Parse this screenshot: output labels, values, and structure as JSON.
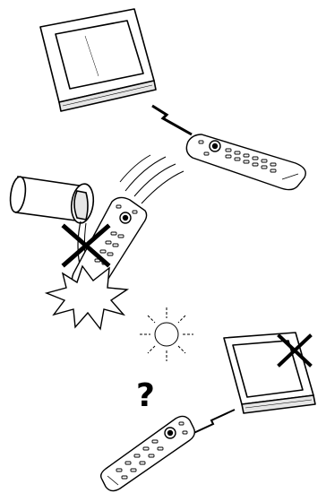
{
  "figure": {
    "panels": [
      {
        "id": "correct-use",
        "icons": [
          "monitor-icon",
          "remote-control-icon",
          "signal-bolt-icon"
        ]
      },
      {
        "id": "no-liquid-no-drop",
        "icons": [
          "can-icon",
          "remote-control-icon",
          "prohibit-cross-icon",
          "impact-burst-icon"
        ]
      },
      {
        "id": "no-direct-sunlight",
        "icons": [
          "sun-icon",
          "monitor-icon",
          "prohibit-cross-icon",
          "remote-control-icon",
          "question-mark-icon",
          "signal-bolt-icon"
        ]
      }
    ],
    "question_glyph": "?",
    "colors": {
      "ink": "#000000",
      "paper": "#ffffff",
      "shade": "#e6e6e6"
    }
  }
}
